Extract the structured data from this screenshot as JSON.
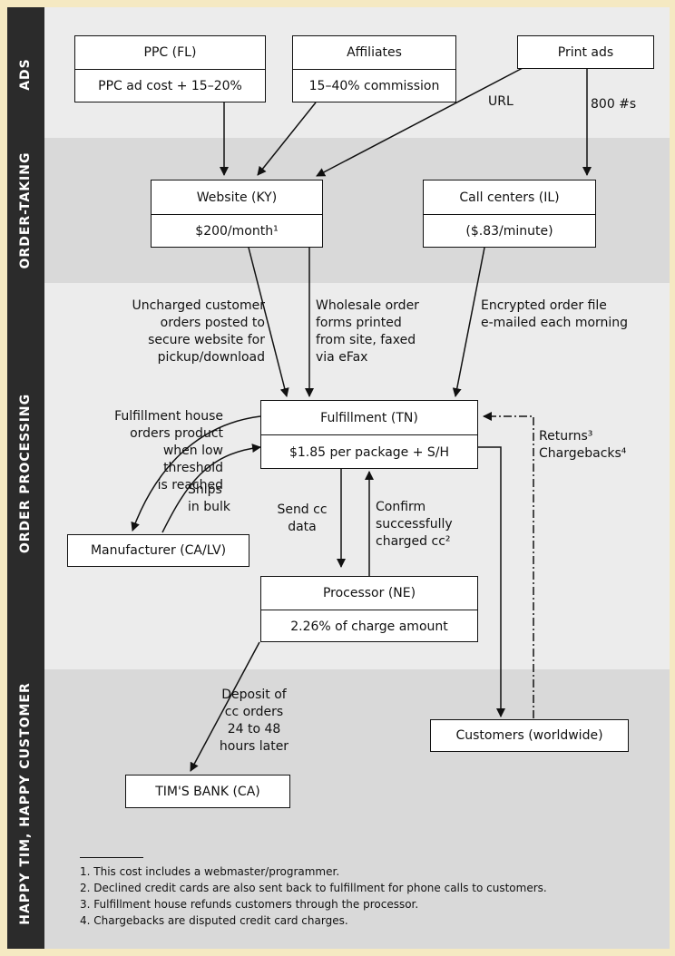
{
  "sections": {
    "ads": "ADS",
    "order_taking": "ORDER-TAKING",
    "order_processing": "ORDER PROCESSING",
    "happy": "HAPPY TIM, HAPPY CUSTOMER"
  },
  "nodes": {
    "ppc": {
      "title": "PPC (FL)",
      "detail": "PPC ad cost + 15–20%"
    },
    "affiliates": {
      "title": "Affiliates",
      "detail": "15–40% commission"
    },
    "print_ads": {
      "title": "Print ads"
    },
    "website": {
      "title": "Website (KY)",
      "detail": "$200/month¹"
    },
    "call_centers": {
      "title": "Call centers (IL)",
      "detail": "($.83/minute)"
    },
    "fulfillment": {
      "title": "Fulfillment (TN)",
      "detail": "$1.85 per package + S/H"
    },
    "manufacturer": {
      "title": "Manufacturer (CA/LV)"
    },
    "processor": {
      "title": "Processor (NE)",
      "detail": "2.26% of charge amount"
    },
    "customers": {
      "title": "Customers (worldwide)"
    },
    "bank": {
      "title": "TIM'S BANK (CA)"
    }
  },
  "edge_labels": {
    "url": "URL",
    "phone": "800 #s",
    "uncharged": "Uncharged customer\norders posted to\nsecure website for\npickup/download",
    "wholesale": "Wholesale order\nforms printed\nfrom site, faxed\nvia eFax",
    "encrypted": "Encrypted order file\ne-mailed each morning",
    "fulfillment_orders": "Fulfillment house\norders product\nwhen low\nthreshold\nis reached",
    "ships": "Ships\nin bulk",
    "send_cc": "Send cc\ndata",
    "confirm": "Confirm\nsuccessfully\ncharged cc²",
    "returns": "Returns³\nChargebacks⁴",
    "deposit": "Deposit of\ncc orders\n24 to 48\nhours later"
  },
  "footnotes": [
    "1. This cost includes a webmaster/programmer.",
    "2. Declined credit cards are also sent back to fulfillment for phone calls to customers.",
    "3. Fulfillment house refunds customers through the processor.",
    "4. Chargebacks are disputed credit card charges."
  ]
}
